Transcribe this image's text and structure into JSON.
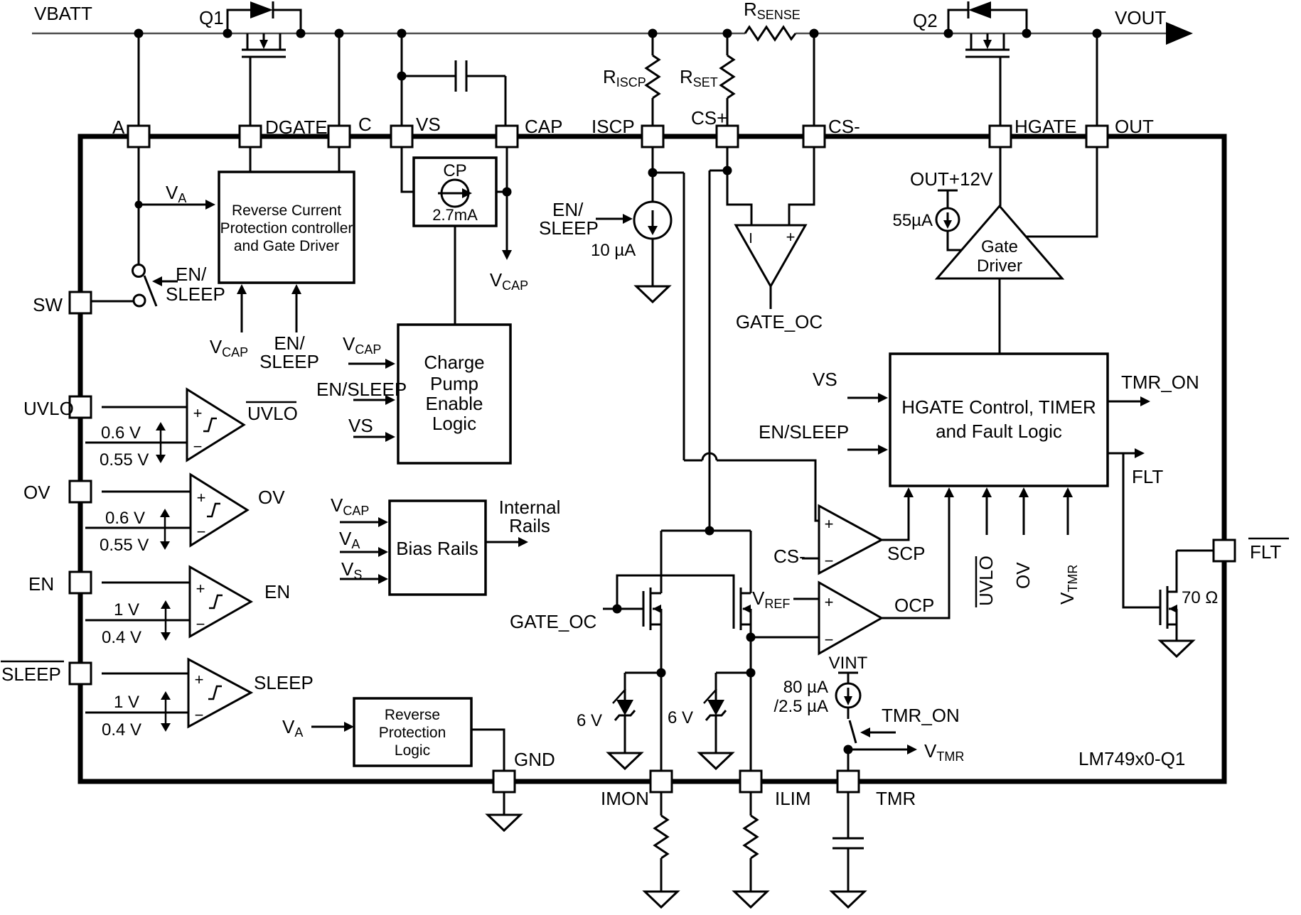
{
  "part": "LM749x0-Q1",
  "nets": {
    "vbatt": "VBATT",
    "vout": "VOUT"
  },
  "transistors": {
    "q1": "Q1",
    "q2": "Q2"
  },
  "resistors": {
    "rsense": {
      "m": "R",
      "s": "SENSE"
    },
    "riscp": {
      "m": "R",
      "s": "ISCP"
    },
    "rset": {
      "m": "R",
      "s": "SET"
    },
    "rflt": "70 Ω"
  },
  "pins": {
    "a": "A",
    "dgate": "DGATE",
    "c": "C",
    "vs": "VS",
    "cap": "CAP",
    "iscp": "ISCP",
    "cs_plus": "CS+",
    "cs_minus": "CS-",
    "hgate": "HGATE",
    "out": "OUT",
    "sw": "SW",
    "uvlo": "UVLO",
    "ov": "OV",
    "en": "EN",
    "sleep": "SLEEP",
    "gnd": "GND",
    "imon": "IMON",
    "ilim": "ILIM",
    "tmr": "TMR",
    "flt": "FLT"
  },
  "signals": {
    "va": {
      "m": "V",
      "s": "A"
    },
    "vcap": {
      "m": "V",
      "s": "CAP"
    },
    "v_s": {
      "m": "V",
      "s": "S"
    },
    "vs_plain": "VS",
    "vref": {
      "m": "V",
      "s": "REF"
    },
    "vtmr": {
      "m": "V",
      "s": "TMR"
    },
    "en_part": "EN/",
    "sleep_part": "SLEEP",
    "en_sleep": "EN/SLEEP",
    "gate_oc": "GATE_OC",
    "cs_minus": "CS-",
    "scp": "SCP",
    "ocp": "OCP",
    "tmr_on": "TMR_ON",
    "flt": "FLT",
    "uvlo_bar": "UVLO",
    "ov": "OV",
    "en": "EN",
    "sleep": "SLEEP",
    "internal1": "Internal",
    "internal2": "Rails",
    "vint": "VINT",
    "out12": "OUT+12V"
  },
  "sources": {
    "i10": "10 µA",
    "i55": "55µA",
    "i80_1": "80 µA",
    "i80_2": "/2.5 µA",
    "cp": "CP",
    "cp_val": "2.7mA"
  },
  "zener": "6 V",
  "thresholds": {
    "t06": "0.6 V",
    "t055": "0.55 V",
    "t1": "1 V",
    "t04": "0.4 V"
  },
  "blocks": {
    "rcp1": "Reverse Current",
    "rcp2": "Protection controller",
    "rcp3": "and Gate Driver",
    "cpel1": "Charge",
    "cpel2": "Pump",
    "cpel3": "Enable",
    "cpel4": "Logic",
    "bias": "Bias Rails",
    "rpl1": "Reverse",
    "rpl2": "Protection",
    "rpl3": "Logic",
    "hg1": "HGATE Control, TIMER",
    "hg2": "and Fault Logic",
    "gd1": "Gate",
    "gd2": "Driver"
  },
  "marks": {
    "plus": "+",
    "minus": "−",
    "current": "I"
  }
}
